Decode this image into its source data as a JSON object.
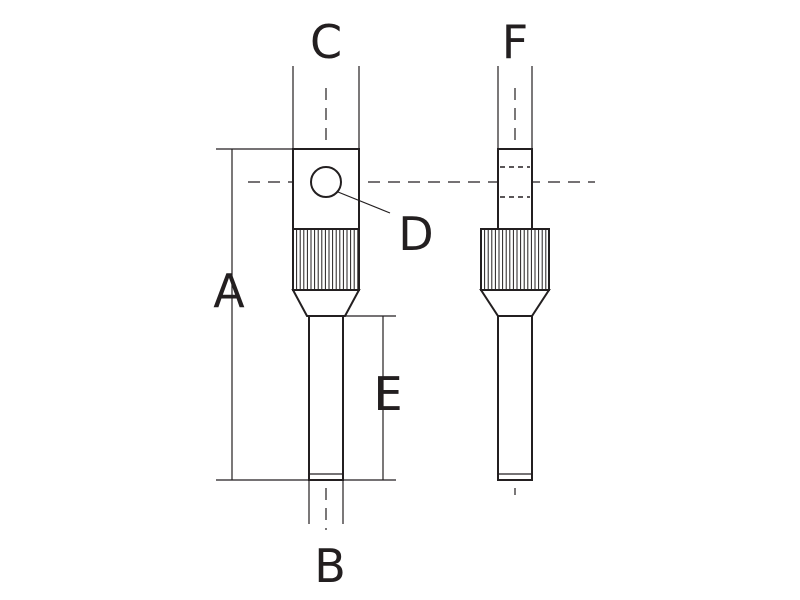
{
  "labels": {
    "a": "A",
    "b": "B",
    "c": "C",
    "d": "D",
    "e": "E",
    "f": "F"
  },
  "colors": {
    "ink": "#231f20",
    "background": "#ffffff"
  }
}
